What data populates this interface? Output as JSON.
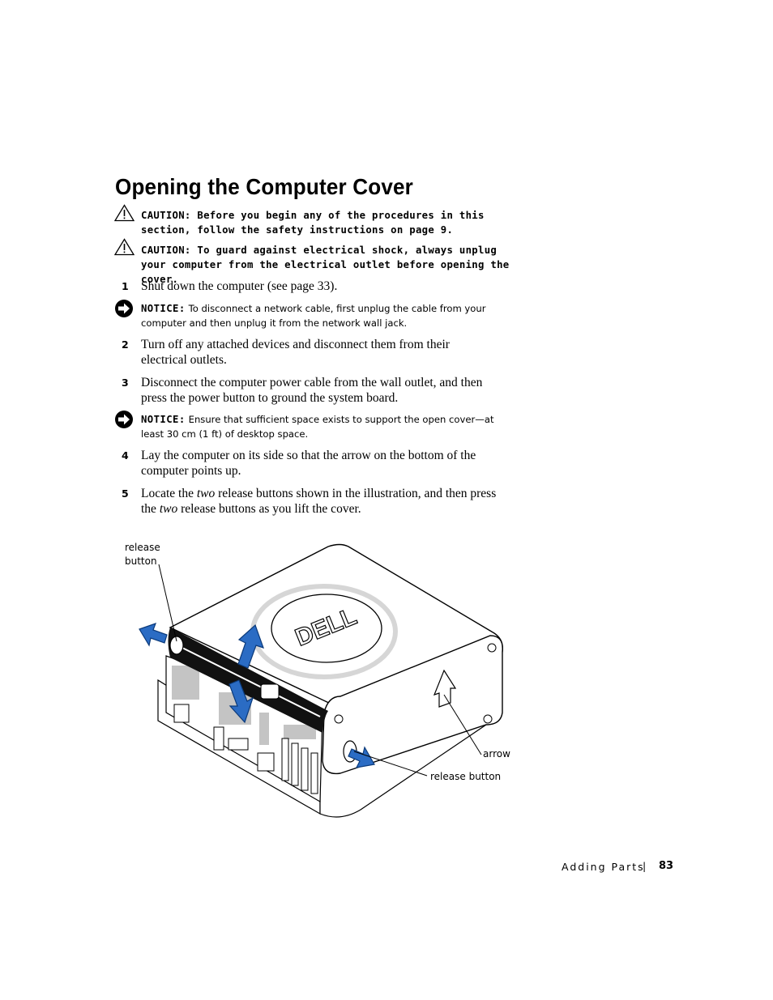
{
  "page": {
    "title": "Opening the Computer Cover",
    "cautions": [
      {
        "label": "CAUTION:",
        "text": "Before you begin any of the procedures in this section, follow the safety instructions on page 9."
      },
      {
        "label": "CAUTION:",
        "text": "To guard against electrical shock, always unplug your computer from the electrical outlet before opening the cover."
      }
    ],
    "steps": [
      {
        "num": "1",
        "text": "Shut down the computer (see page 33)."
      },
      {
        "num": "2",
        "text": "Turn off any attached devices and disconnect them from their electrical outlets."
      },
      {
        "num": "3",
        "text": "Disconnect the computer power cable from the wall outlet, and then press the power button to ground the system board."
      },
      {
        "num": "4",
        "text": "Lay the computer on its side so that the arrow on the bottom of the computer points up."
      },
      {
        "num": "5",
        "pre": "Locate the ",
        "em1": "two",
        "mid": " release buttons shown in the illustration, and then press the ",
        "em2": "two",
        "post": " release buttons as you lift the cover."
      }
    ],
    "notices": [
      {
        "label": "NOTICE:",
        "text": "To disconnect a network cable, first unplug the cable from your computer and then unplug it from the network wall jack."
      },
      {
        "label": "NOTICE:",
        "text": "Ensure that sufficient space exists to support the open cover—at least 30 cm (1 ft) of desktop space."
      }
    ],
    "icons": {
      "caution": "caution-triangle-icon",
      "notice": "notice-arrow-icon"
    }
  },
  "figure": {
    "logo": "DELL",
    "callouts": {
      "release_button_top_1": "release",
      "release_button_top_2": "button",
      "arrow": "arrow",
      "release_button_bottom": "release button"
    }
  },
  "footer": {
    "section": "Adding Parts",
    "separator": "|",
    "page_number": "83"
  }
}
